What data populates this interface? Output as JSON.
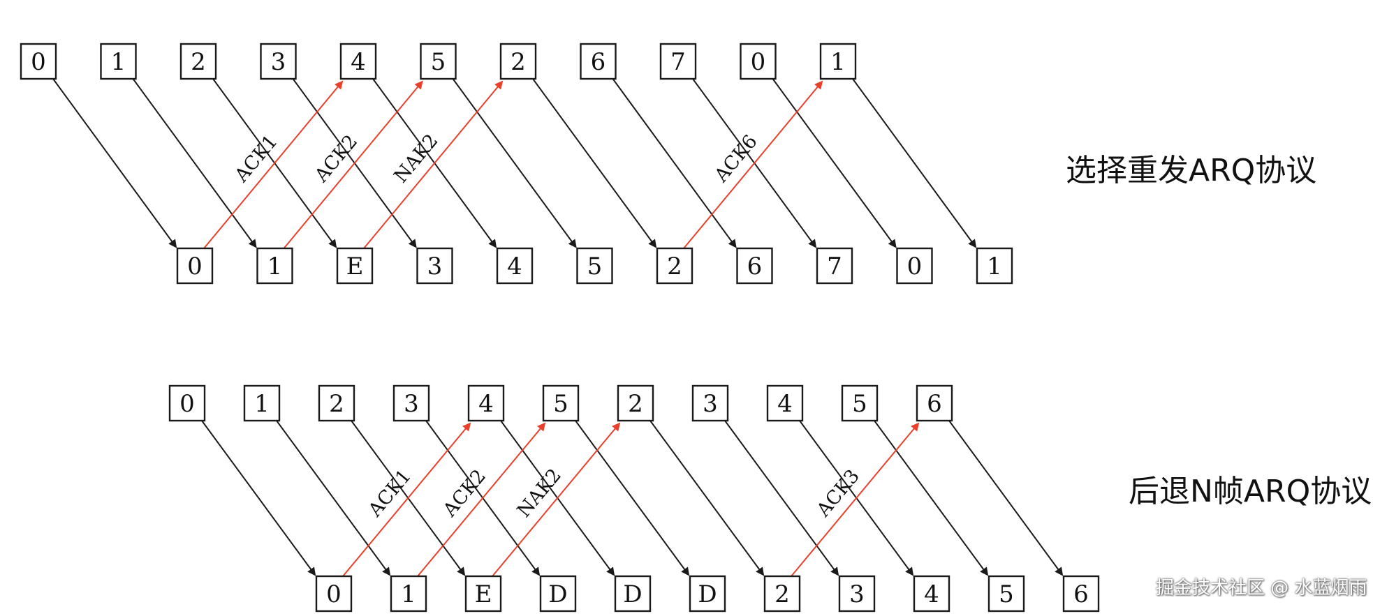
{
  "diagrams": [
    {
      "id": "selective-repeat",
      "title": "选择重发ARQ协议",
      "sender_frames": [
        "0",
        "1",
        "2",
        "3",
        "4",
        "5",
        "2",
        "6",
        "7",
        "0",
        "1"
      ],
      "receiver_frames": [
        "0",
        "1",
        "E",
        "3",
        "4",
        "5",
        "2",
        "6",
        "7",
        "0",
        "1"
      ],
      "acks": [
        {
          "label": "ACK1",
          "from_receiver": 0,
          "to_sender": 4
        },
        {
          "label": "ACK2",
          "from_receiver": 1,
          "to_sender": 5
        },
        {
          "label": "NAK2",
          "from_receiver": 2,
          "to_sender": 6
        },
        {
          "label": "ACK6",
          "from_receiver": 6,
          "to_sender": 10
        }
      ]
    },
    {
      "id": "go-back-n",
      "title": "后退N帧ARQ协议",
      "sender_frames": [
        "0",
        "1",
        "2",
        "3",
        "4",
        "5",
        "2",
        "3",
        "4",
        "5",
        "6"
      ],
      "receiver_frames": [
        "0",
        "1",
        "E",
        "D",
        "D",
        "D",
        "2",
        "3",
        "4",
        "5",
        "6"
      ],
      "acks": [
        {
          "label": "ACK1",
          "from_receiver": 0,
          "to_sender": 4
        },
        {
          "label": "ACK2",
          "from_receiver": 1,
          "to_sender": 5
        },
        {
          "label": "NAK2",
          "from_receiver": 2,
          "to_sender": 6
        },
        {
          "label": "ACK3",
          "from_receiver": 6,
          "to_sender": 10
        }
      ]
    }
  ],
  "watermark": "掘金技术社区 @ 水蓝烟雨",
  "colors": {
    "data_arrow": "#1a1a1a",
    "ack_arrow": "#e8402a",
    "box_border": "#1a1a1a"
  }
}
